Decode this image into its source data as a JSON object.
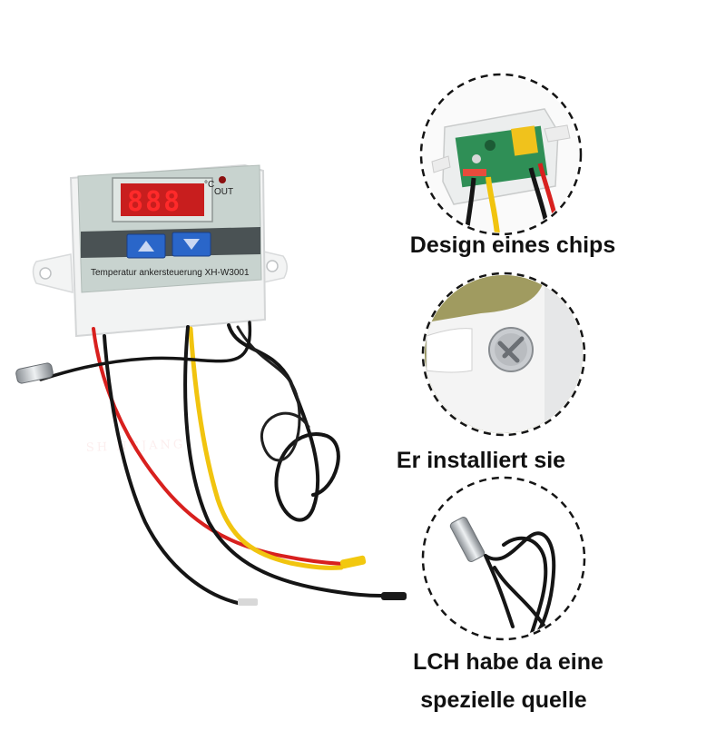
{
  "product": {
    "model_label": "Temperatur ankersteuerung  XH-W3001",
    "display_value": "888",
    "unit_label": "°C",
    "out_label": "OUT",
    "watermark_text": "SH    NGJANG"
  },
  "callouts": [
    {
      "caption": "Design eines chips",
      "icon": "pcb-inside-icon"
    },
    {
      "caption": "Er installiert sie",
      "icon": "mounting-screw-icon"
    },
    {
      "caption_line1": "LCH habe da eine",
      "caption_line2": "spezielle quelle",
      "icon": "temperature-probe-icon"
    }
  ],
  "colors": {
    "panel": "#c8d3cf",
    "display": "#c81e1e",
    "button": "#2a66c9",
    "red_wire": "#d8201e",
    "yellow_wire": "#f1c40f",
    "black_wire": "#151515"
  }
}
